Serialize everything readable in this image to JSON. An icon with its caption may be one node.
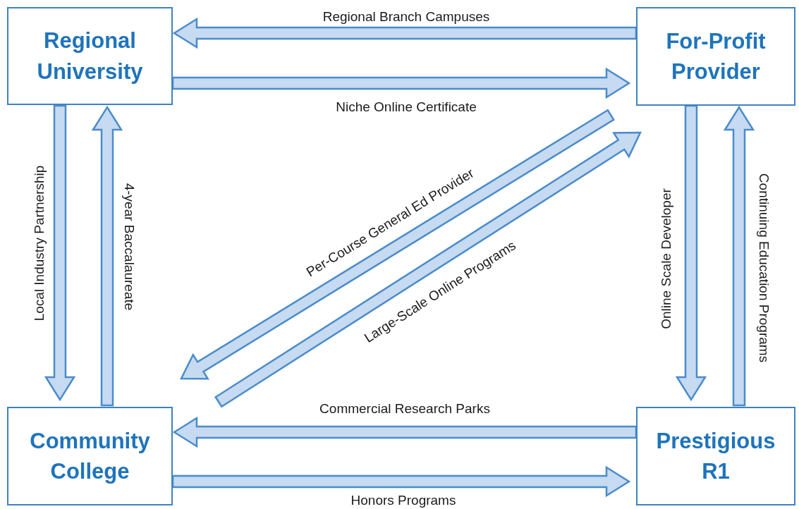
{
  "diagram": {
    "nodes": [
      {
        "text": [
          "Regional University"
        ]
      },
      {
        "text": [
          "For-Profit Provider"
        ]
      },
      {
        "text": [
          "Community College"
        ]
      },
      {
        "text": [
          "Prestigious R1"
        ]
      }
    ],
    "edges": [
      {
        "from": 1,
        "to": 0,
        "arrow": "to",
        "label": "Regional Branch Campuses"
      },
      {
        "from": 0,
        "to": 1,
        "arrow": "to",
        "label": "Niche Online Certificate"
      },
      {
        "from": 0,
        "to": 2,
        "arrow": "to",
        "label": "Local Industry Partnership"
      },
      {
        "from": 2,
        "to": 0,
        "arrow": "to",
        "label": "4-year Baccalaureate"
      },
      {
        "from": 1,
        "to": 2,
        "arrow": "to",
        "label": "Per-Course General Ed Provider"
      },
      {
        "from": 2,
        "to": 1,
        "arrow": "to",
        "label": "Large-Scale Online Programs"
      },
      {
        "from": 1,
        "to": 3,
        "arrow": "to",
        "label": "Online Scale Developer"
      },
      {
        "from": 3,
        "to": 1,
        "arrow": "to",
        "label": "Continuing Education Programs"
      },
      {
        "from": 3,
        "to": 2,
        "arrow": "to",
        "label": "Commercial Research Parks"
      },
      {
        "from": 2,
        "to": 3,
        "arrow": "to",
        "label": "Honors Programs"
      }
    ]
  }
}
